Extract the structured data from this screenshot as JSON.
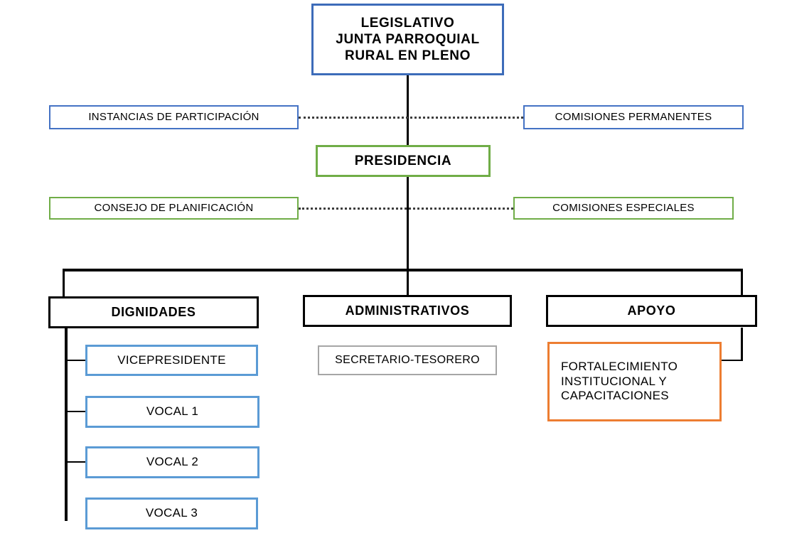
{
  "diagram": {
    "title": "Organigrama Junta Parroquial Rural",
    "type": "organizational-chart",
    "colors": {
      "legislativo_border": "#3d6cb9",
      "participacion_border": "#4472c4",
      "comisiones_permanentes_border": "#4472c4",
      "presidencia_border": "#70ad47",
      "consejo_planificacion_border": "#70ad47",
      "comisiones_especiales_border": "#70ad47",
      "dignidades_border": "#000000",
      "administrativos_border": "#000000",
      "apoyo_border": "#000000",
      "vocal_border": "#5b9bd5",
      "vicepresidente_border": "#5b9bd5",
      "secretario_border": "#a6a6a6",
      "fortalecimiento_border": "#ed7d31",
      "connector": "#000000",
      "dotted_connector": "#3d3d3d",
      "text": "#000000",
      "background": "#ffffff"
    }
  },
  "nodes": {
    "legislativo": {
      "label": "LEGISLATIVO\nJUNTA PARROQUIAL\nRURAL EN PLENO"
    },
    "instancias_participacion": {
      "label": "INSTANCIAS  DE PARTICIPACIÓN"
    },
    "comisiones_permanentes": {
      "label": "COMISIONES  PERMANENTES"
    },
    "presidencia": {
      "label": "PRESIDENCIA"
    },
    "consejo_planificacion": {
      "label": "CONSEJO DE PLANIFICACIÓN"
    },
    "comisiones_especiales": {
      "label": "COMISIONES  ESPECIALES"
    },
    "dignidades": {
      "label": "DIGNIDADES"
    },
    "administrativos": {
      "label": "ADMINISTRATIVOS"
    },
    "apoyo": {
      "label": "APOYO"
    },
    "vicepresidente": {
      "label": "VICEPRESIDENTE"
    },
    "vocal_1": {
      "label": "VOCAL 1"
    },
    "vocal_2": {
      "label": "VOCAL 2"
    },
    "vocal_3": {
      "label": "VOCAL 3"
    },
    "secretario_tesorero": {
      "label": "SECRETARIO-TESORERO"
    },
    "fortalecimiento": {
      "label": "FORTALECIMIENTO\nINSTITUCIONAL   Y\nCAPACITACIONES"
    }
  }
}
